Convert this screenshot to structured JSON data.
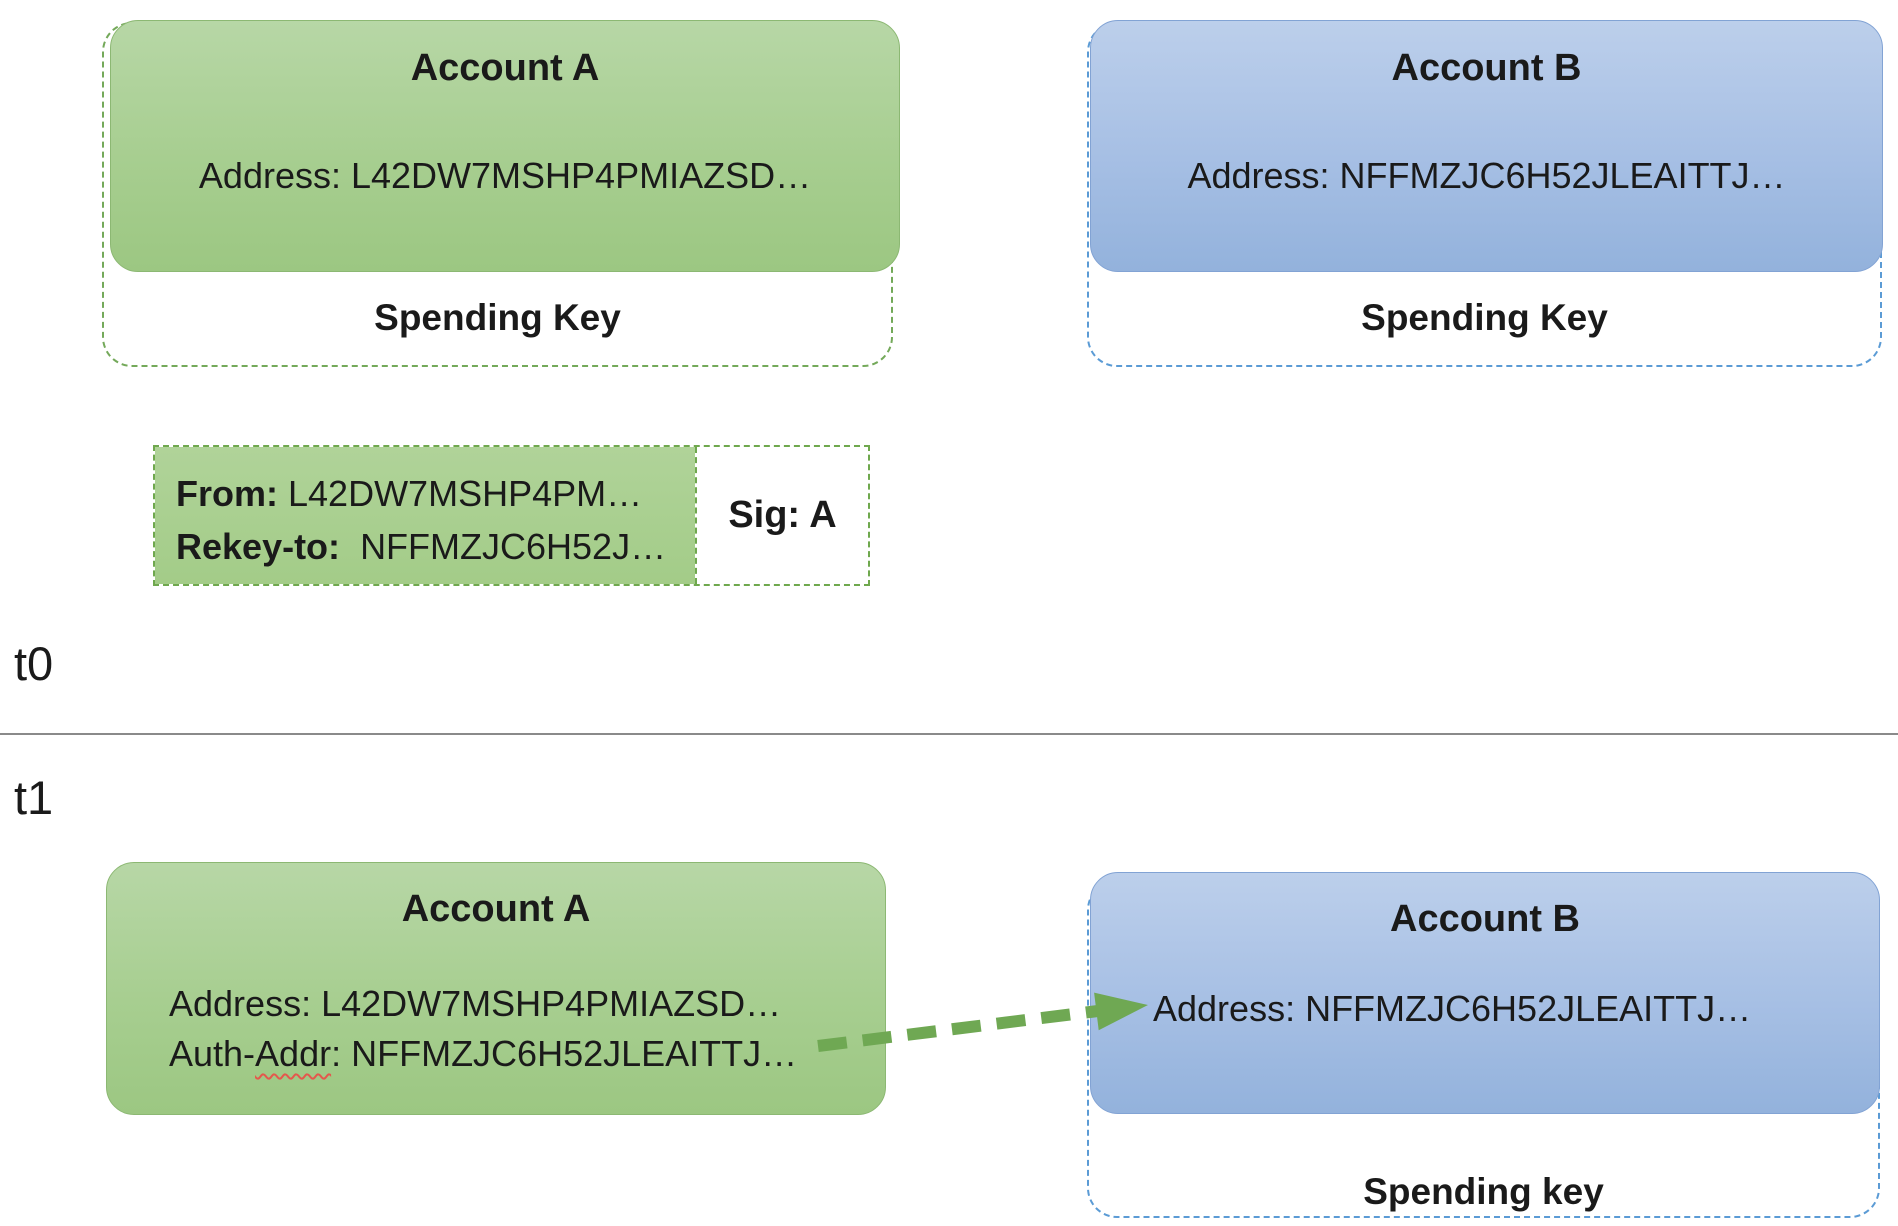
{
  "t0": {
    "label": "t0",
    "account_a": {
      "title": "Account A",
      "address": "Address: L42DW7MSHP4PMIAZSD…",
      "spending_key": "Spending Key"
    },
    "account_b": {
      "title": "Account B",
      "address": "Address: NFFMZJC6H52JLEAITTJ…",
      "spending_key": "Spending Key"
    },
    "transaction": {
      "from_label": "From:",
      "from_value": "L42DW7MSHP4PM…",
      "rekey_label": "Rekey-to:",
      "rekey_value": "NFFMZJC6H52J…",
      "sig": "Sig: A"
    }
  },
  "t1": {
    "label": "t1",
    "account_a": {
      "title": "Account A",
      "address": "Address: L42DW7MSHP4PMIAZSD…",
      "auth_addr_prefix": "Auth-",
      "auth_addr_misspelled": "Addr",
      "auth_addr_suffix": ": NFFMZJC6H52JLEAITTJ…"
    },
    "account_b": {
      "title": "Account B",
      "address": "Address: NFFMZJC6H52JLEAITTJ…",
      "spending_key": "Spending key"
    }
  },
  "colors": {
    "account_a_fill": "#a7ce90",
    "account_a_dash": "#74a95a",
    "account_b_fill": "#a6bfe4",
    "account_b_dash": "#5b9bd5",
    "transaction_fill": "#a8cf8f",
    "transaction_dash": "#6fa84e",
    "arrow": "#6fa853",
    "divider": "#8a8a8a",
    "spellcheck_squiggle": "#e4584c",
    "text": "#1a1a1a"
  }
}
